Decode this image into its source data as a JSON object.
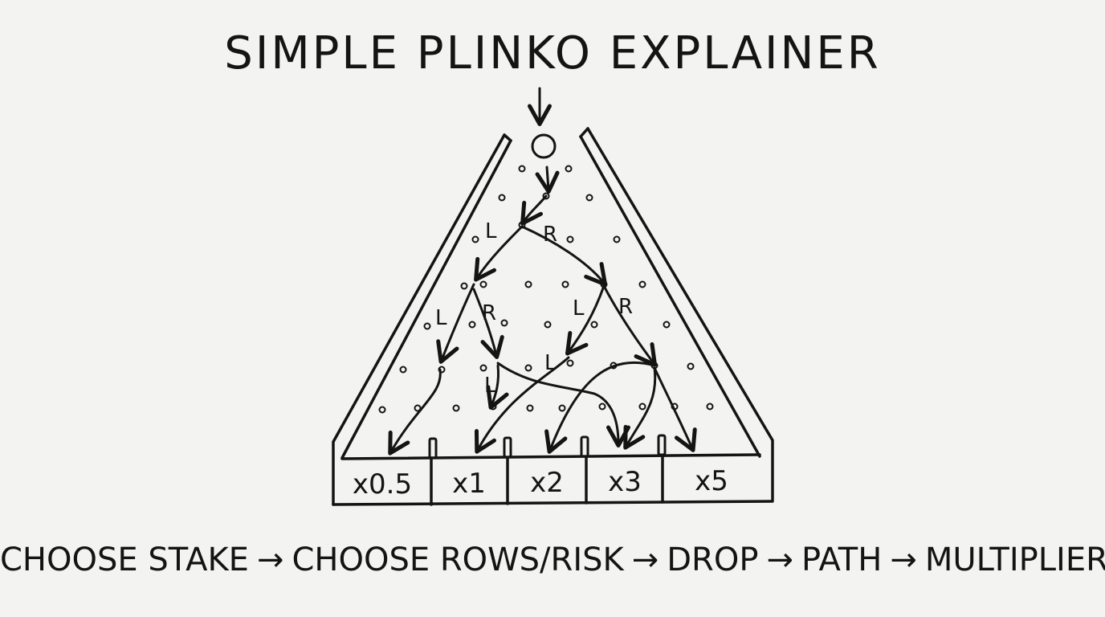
{
  "title": "SIMPLE PLINKO EXPLAINER",
  "path_labels": [
    "L",
    "R",
    "L",
    "R",
    "L",
    "R",
    "L",
    "L"
  ],
  "multipliers": [
    "x0.5",
    "x1",
    "x2",
    "x3",
    "x5"
  ],
  "flow": {
    "steps": [
      "CHOOSE STAKE",
      "CHOOSE ROWS/RISK",
      "DROP",
      "PATH",
      "MULTIPLIER"
    ],
    "arrow": "→"
  }
}
